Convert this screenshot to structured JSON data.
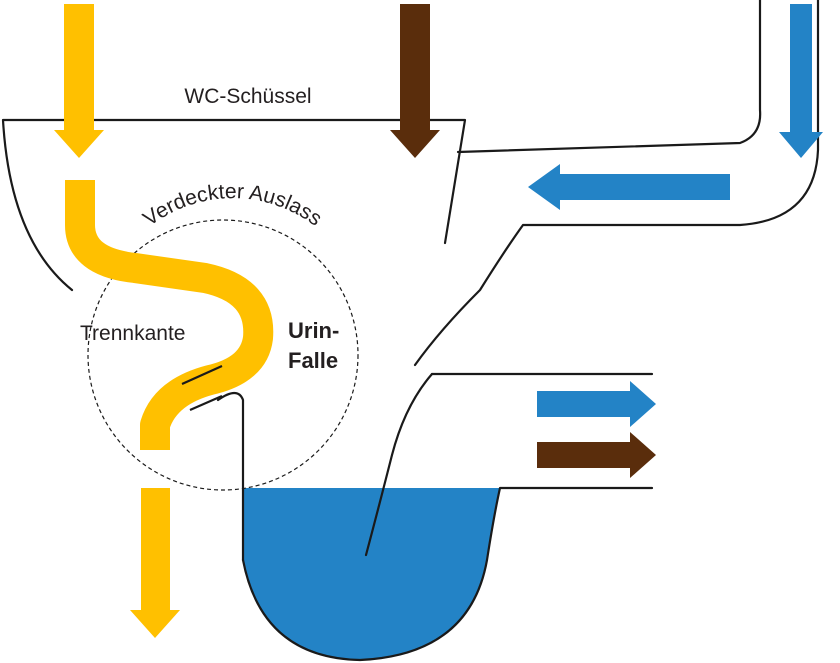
{
  "diagram": {
    "labels": {
      "bowl": "WC-Schüssel",
      "hidden_outlet": "Verdeckter Auslass",
      "separation_edge": "Trennkante",
      "urine_trap_line1": "Urin-",
      "urine_trap_line2": "Falle"
    },
    "colors": {
      "urine": "#ffc000",
      "feces": "#5a2d0c",
      "water": "#2383c6",
      "outline": "#1a1a1a",
      "background": "#ffffff"
    },
    "flows": [
      {
        "name": "urine-inflow",
        "color": "urine",
        "direction": "down"
      },
      {
        "name": "feces-inflow",
        "color": "feces",
        "direction": "down"
      },
      {
        "name": "flush-water-inflow",
        "color": "water",
        "direction": "down"
      },
      {
        "name": "flush-water-return",
        "color": "water",
        "direction": "left"
      },
      {
        "name": "water-outflow",
        "color": "water",
        "direction": "right"
      },
      {
        "name": "feces-outflow",
        "color": "feces",
        "direction": "right"
      },
      {
        "name": "urine-outflow",
        "color": "urine",
        "direction": "down"
      }
    ]
  }
}
